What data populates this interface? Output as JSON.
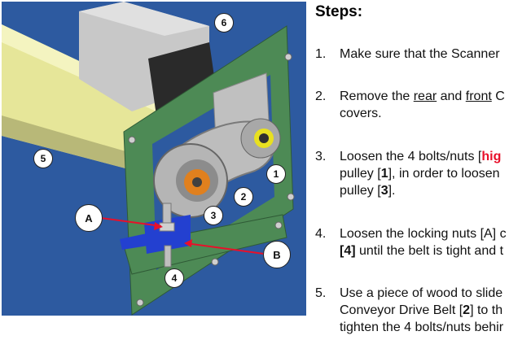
{
  "figure": {
    "callouts": {
      "c6": "6",
      "c5": "5",
      "c1": "1",
      "c2": "2",
      "c3": "3",
      "c4": "4",
      "cA": "A",
      "cB": "B"
    },
    "colors": {
      "background": "#2d5aa0",
      "frame": "#4d8a55",
      "roller": "#e6e699",
      "motor": "#c8c8c8",
      "pulley": "#b5b5b5",
      "bearing_orange": "#e0801e",
      "bearing_yellow": "#e8e020",
      "tensioner": "#2340d0",
      "arrow": "#e8102a"
    }
  },
  "steps": {
    "title": "Steps:",
    "items": [
      {
        "num": "1.",
        "lines": [
          "Make sure that the Scanner"
        ]
      },
      {
        "num": "2.",
        "pre": "Remove the ",
        "rear": "rear",
        "and": " and ",
        "front": "front",
        "post": " C",
        "line2": "covers."
      },
      {
        "num": "3.",
        "pre": "Loosen the 4 bolts/nuts [",
        "red": "hig",
        "line2_pre": "pulley [",
        "line2_b": "1",
        "line2_post": "], in order to loosen",
        "line3_pre": "pulley [",
        "line3_b": "3",
        "line3_post": "]."
      },
      {
        "num": "4.",
        "line1": "Loosen the locking nuts [A] c",
        "line2_b": "[4]",
        "line2_post": " until the belt is tight and t"
      },
      {
        "num": "5.",
        "line1": "Use a piece of wood to slide",
        "line2_pre": "Conveyor Drive Belt [",
        "line2_b": "2",
        "line2_post": "] to th",
        "line3": "tighten the 4 bolts/nuts behir"
      }
    ]
  }
}
